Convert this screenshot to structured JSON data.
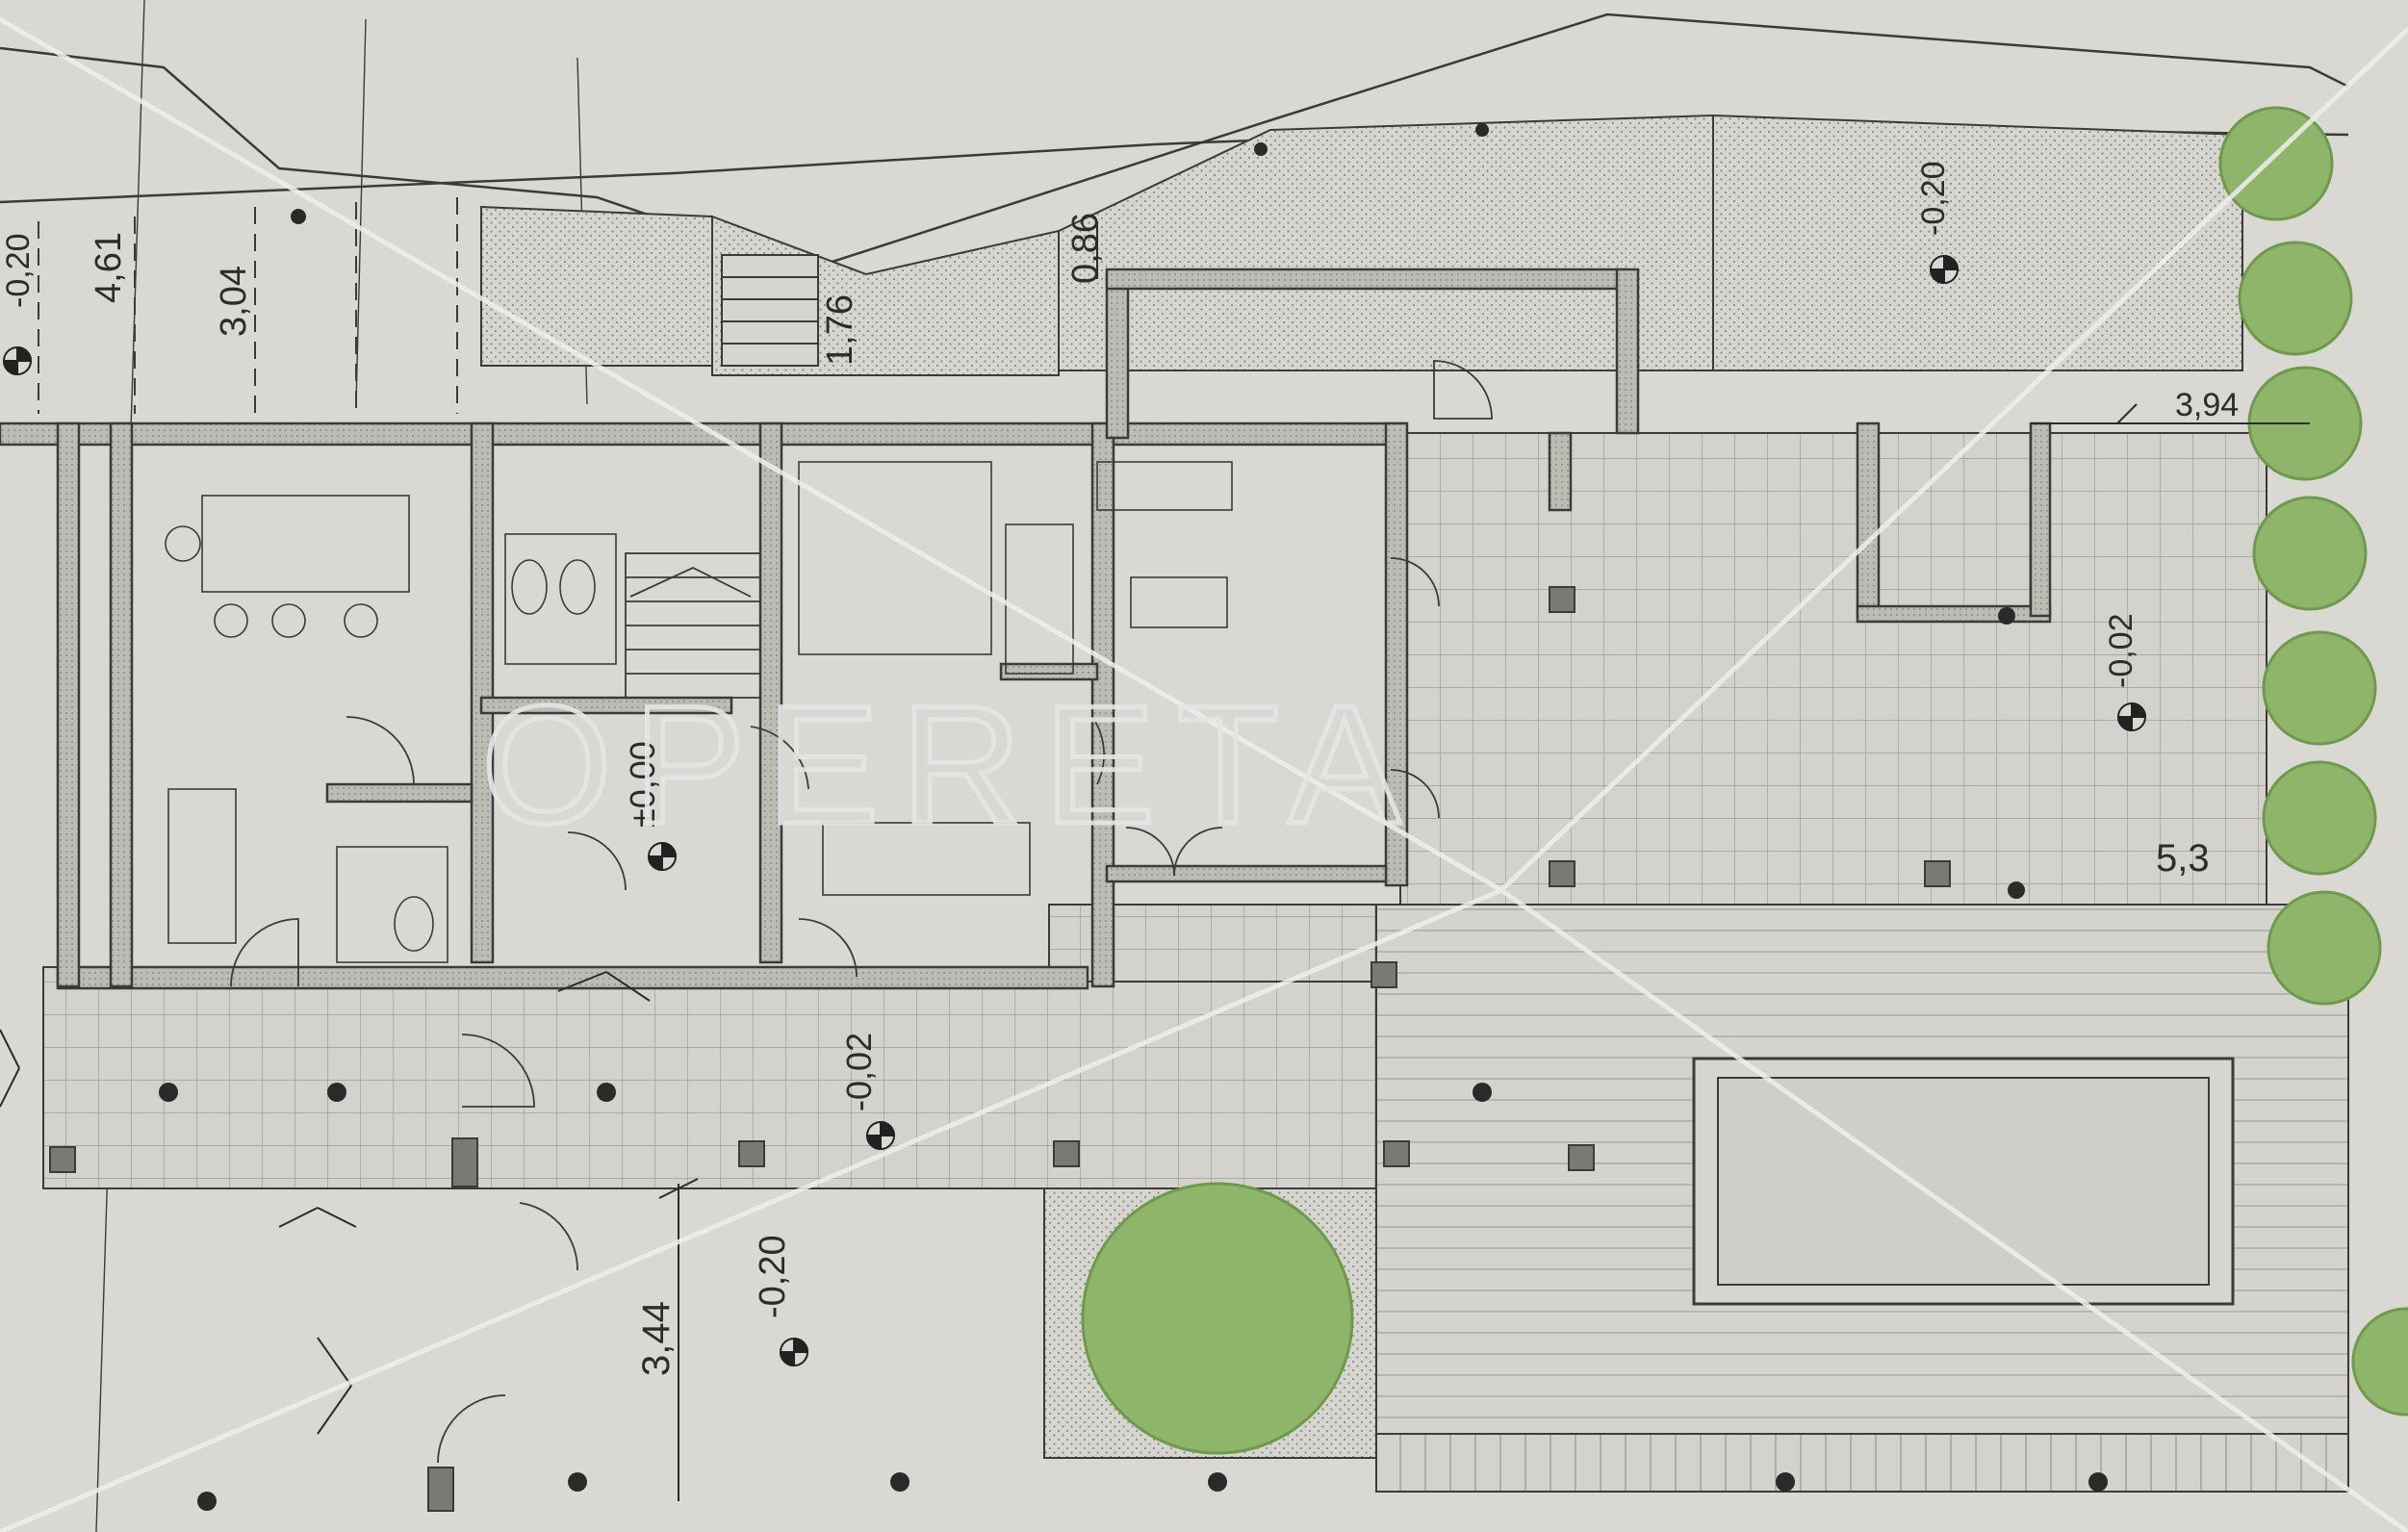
{
  "watermark": "OPERETA",
  "dimensions": {
    "d_0_20_left": "-0,20",
    "d_4_61": "4,61",
    "d_3_04": "3,04",
    "d_1_76": "1,76",
    "d_0_86": "0,86",
    "d_0_20_top": "-0,20",
    "d_3_94": "3,94",
    "d_0_02_right": "-0,02",
    "d_5_3": "5,3",
    "d_0_00": "±0,00",
    "d_0_02_terrace": "-0,02",
    "d_3_44": "3,44",
    "d_0_20_bottom": "-0,20"
  },
  "colors": {
    "paper": "#d9d8d2",
    "line": "#3b3b3b",
    "wall_fill": "#b9b8b0",
    "tree": "#8fb56a",
    "tree_dark": "#6f9a4c",
    "hatch": "#9a9a94"
  }
}
